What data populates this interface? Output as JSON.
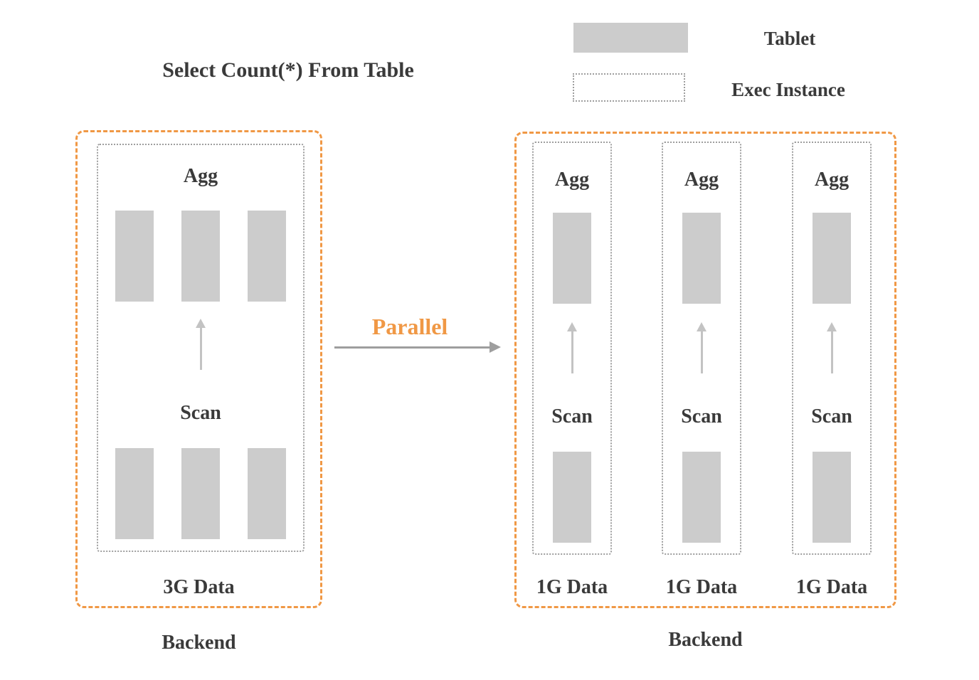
{
  "title": "Select Count(*) From Table",
  "legend": {
    "tablet_label": "Tablet",
    "exec_instance_label": "Exec Instance"
  },
  "transition": {
    "label": "Parallel"
  },
  "left_backend": {
    "exec_instance": {
      "agg_label": "Agg",
      "scan_label": "Scan",
      "agg_tablet_count": 3,
      "scan_tablet_count": 3
    },
    "data_label": "3G Data",
    "backend_label": "Backend"
  },
  "right_backend": {
    "columns": [
      {
        "agg_label": "Agg",
        "scan_label": "Scan",
        "data_label": "1G Data",
        "agg_tablet_count": 1,
        "scan_tablet_count": 1
      },
      {
        "agg_label": "Agg",
        "scan_label": "Scan",
        "data_label": "1G Data",
        "agg_tablet_count": 1,
        "scan_tablet_count": 1
      },
      {
        "agg_label": "Agg",
        "scan_label": "Scan",
        "data_label": "1G Data",
        "agg_tablet_count": 1,
        "scan_tablet_count": 1
      }
    ],
    "backend_label": "Backend"
  },
  "colors": {
    "accent_orange": "#f09845",
    "tablet_gray": "#cccccc",
    "dotted_border_gray": "#9e9e9e",
    "arrow_gray": "#c3c3c3",
    "text_dark": "#3a3a3a"
  }
}
